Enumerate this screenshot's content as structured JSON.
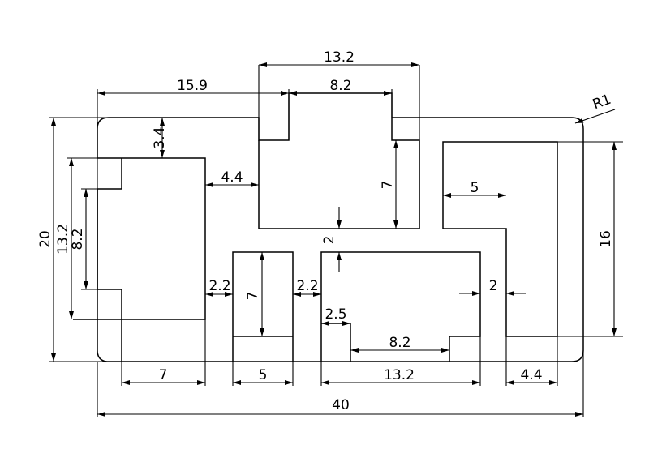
{
  "drawing": {
    "dimensions": {
      "top_width": "13.2",
      "top_slot": "8.2",
      "left_offset": "15.9",
      "left_top_gap": "3.4",
      "left_to_top_gap": "4.4",
      "top_right_depth": "7",
      "center_gap": "2",
      "right_slot_width": "5",
      "overall_height": "20",
      "left_height": "13.2",
      "left_slot": "8.2",
      "right_height": "16",
      "left_inner_gap": "2.2",
      "center_inner_gap": "2.2",
      "center_left_depth": "7",
      "right_wall": "2",
      "small_tab": "2.5",
      "bottom_slot": "8.2",
      "bottom_left": "7",
      "bottom_mid": "5",
      "bottom_center": "13.2",
      "bottom_right": "4.4",
      "overall_width": "40",
      "radius": "R1"
    }
  }
}
